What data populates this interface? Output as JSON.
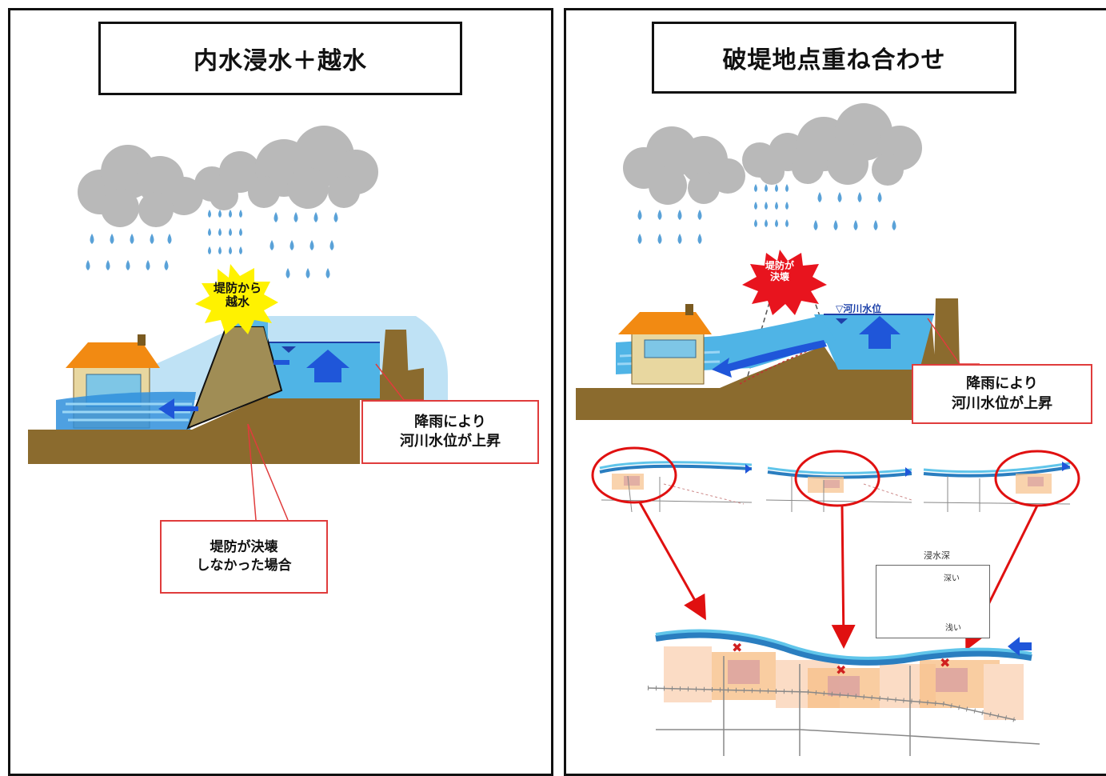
{
  "left_panel": {
    "title": "内水浸水＋越水",
    "burst_line1": "堤防から",
    "burst_line2": "越水",
    "callout_rain_line1": "降雨により",
    "callout_rain_line2": "河川水位が上昇",
    "callout_levee_line1": "堤防が決壊",
    "callout_levee_line2": "しなかった場合"
  },
  "right_panel": {
    "title": "破堤地点重ね合わせ",
    "burst_line1": "堤防が",
    "burst_line2": "決壊",
    "water_level_label": "▽河川水位",
    "callout_rain_line1": "降雨により",
    "callout_rain_line2": "河川水位が上昇",
    "legend": {
      "title": "浸水深",
      "deep_label": "深い",
      "shallow_label": "浅い",
      "colors": [
        "#d9a0a0",
        "#f7c08a",
        "#fbdcc5"
      ]
    }
  },
  "colors": {
    "cloud": "#b9b9b9",
    "rain": "#5aa2d8",
    "ground": "#8b6b2e",
    "water": "#4fb4e6",
    "arrow": "#1f56d9",
    "callout_border": "#e03c3c",
    "burst_left": "#fff200",
    "burst_right": "#e8141e"
  }
}
